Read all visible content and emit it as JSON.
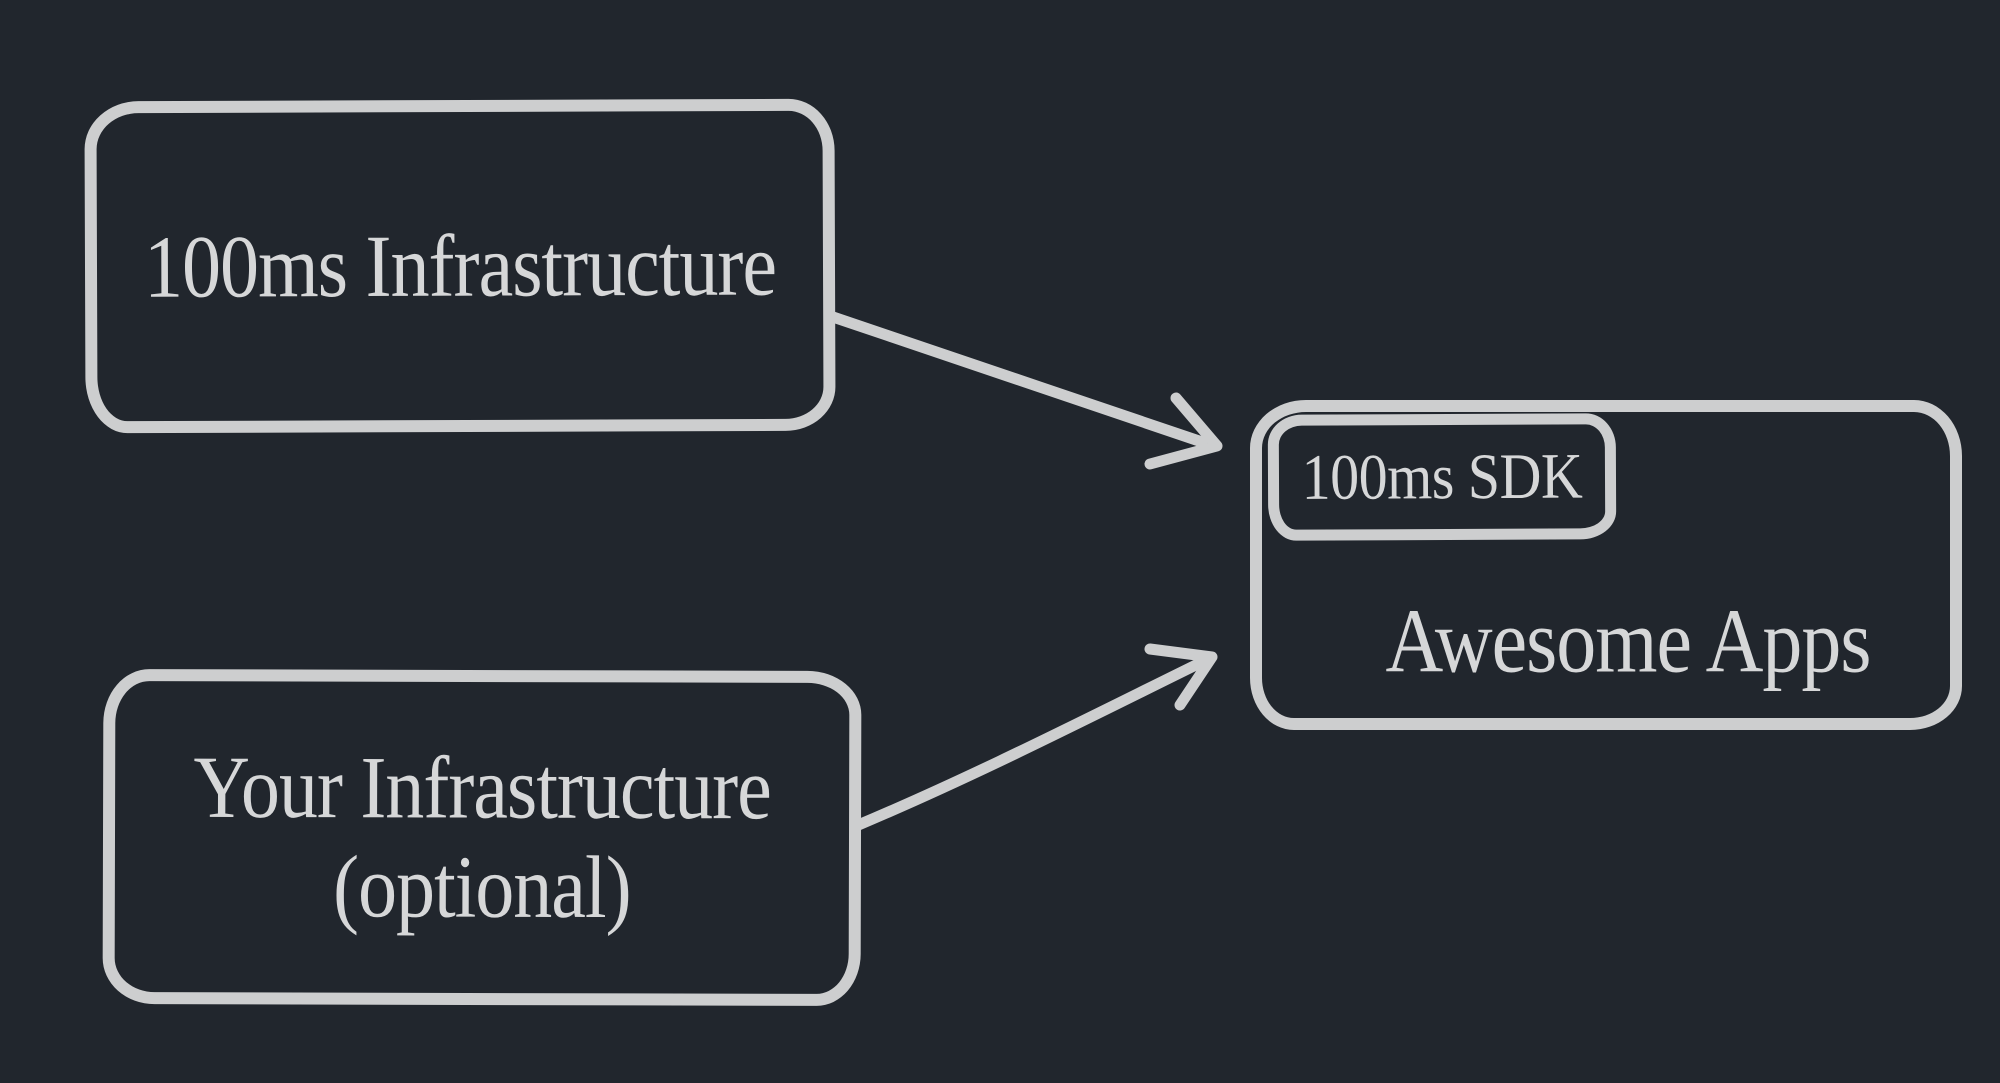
{
  "theme": {
    "background": "#21262d",
    "shape_stroke": "#cdcecf",
    "text_color": "#d6d7d8"
  },
  "diagram": {
    "nodes": {
      "infrastructure": {
        "label": "100ms Infrastructure"
      },
      "your_infrastructure": {
        "label_line1": "Your Infrastructure",
        "label_line2": "(optional)"
      },
      "apps": {
        "label": "Awesome Apps"
      },
      "sdk": {
        "label": "100ms SDK"
      }
    },
    "edges": [
      {
        "from": "100ms Infrastructure",
        "to": "Awesome Apps"
      },
      {
        "from": "Your Infrastructure (optional)",
        "to": "Awesome Apps"
      }
    ]
  }
}
